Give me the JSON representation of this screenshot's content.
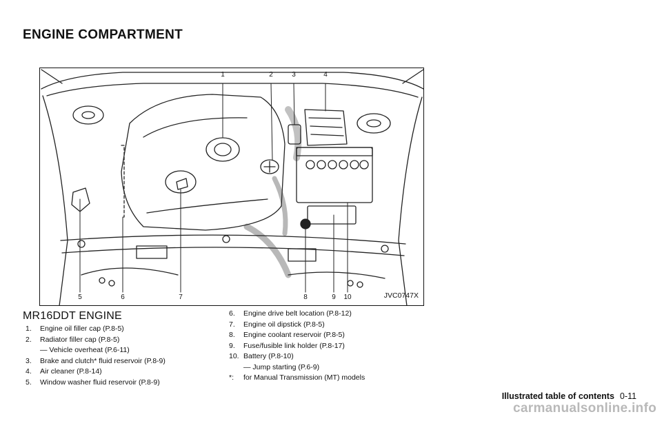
{
  "page": {
    "heading": "ENGINE COMPARTMENT",
    "figure_code": "JVC0747X",
    "subheading": "MR16DDT ENGINE",
    "callouts": [
      "1",
      "2",
      "3",
      "4",
      "5",
      "6",
      "7",
      "8",
      "9",
      "10"
    ],
    "items_left": [
      {
        "num": "1.",
        "text": "Engine oil filler cap (P.8-5)"
      },
      {
        "num": "2.",
        "text": "Radiator filler cap (P.8-5)",
        "sub": "— Vehicle overheat (P.6-11)"
      },
      {
        "num": "3.",
        "text": "Brake and clutch* fluid reservoir (P.8-9)"
      },
      {
        "num": "4.",
        "text": "Air cleaner (P.8-14)"
      },
      {
        "num": "5.",
        "text": "Window washer fluid reservoir (P.8-9)"
      }
    ],
    "items_right": [
      {
        "num": "6.",
        "text": "Engine drive belt location (P.8-12)"
      },
      {
        "num": "7.",
        "text": "Engine oil dipstick (P.8-5)"
      },
      {
        "num": "8.",
        "text": "Engine coolant reservoir (P.8-5)"
      },
      {
        "num": "9.",
        "text": "Fuse/fusible link holder (P.8-17)"
      },
      {
        "num": "10.",
        "text": "Battery (P.8-10)",
        "sub": "— Jump starting (P.6-9)"
      },
      {
        "num": "*:",
        "text": "for Manual Transmission (MT) models"
      }
    ],
    "footer_title": "Illustrated table of contents",
    "footer_page": "0-11",
    "watermark": "carmanualsonline.info"
  }
}
